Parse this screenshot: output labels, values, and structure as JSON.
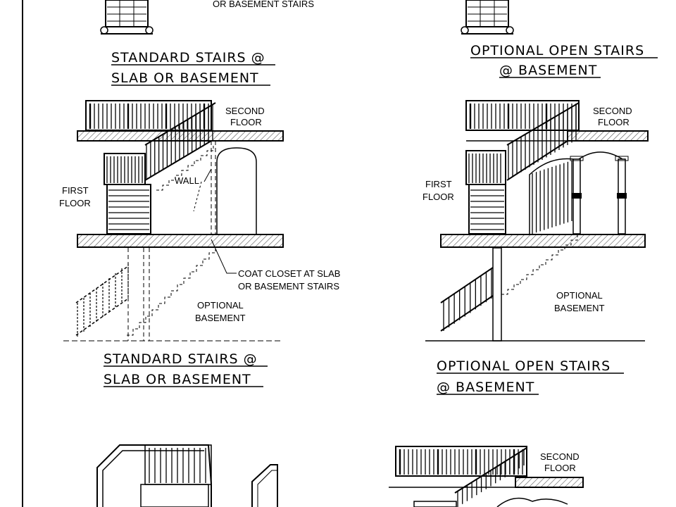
{
  "labels": {
    "top_note": "OR BASEMENT STAIRS",
    "standard_title_1": "STANDARD STAIRS @",
    "standard_title_2": "SLAB OR BASEMENT",
    "optional_title_1": "OPTIONAL OPEN STAIRS",
    "optional_title_2": "@ BASEMENT",
    "second_floor_1": "SECOND",
    "second_floor_2": "FLOOR",
    "first_floor_1": "FIRST",
    "first_floor_2": "FLOOR",
    "wall": "WALL",
    "coat_closet_1": "COAT CLOSET AT SLAB",
    "coat_closet_2": "OR BASEMENT STAIRS",
    "optional_basement_1": "OPTIONAL",
    "optional_basement_2": "BASEMENT"
  },
  "colors": {
    "ink": "#000000",
    "hatch": "#555555",
    "paper": "#ffffff"
  }
}
